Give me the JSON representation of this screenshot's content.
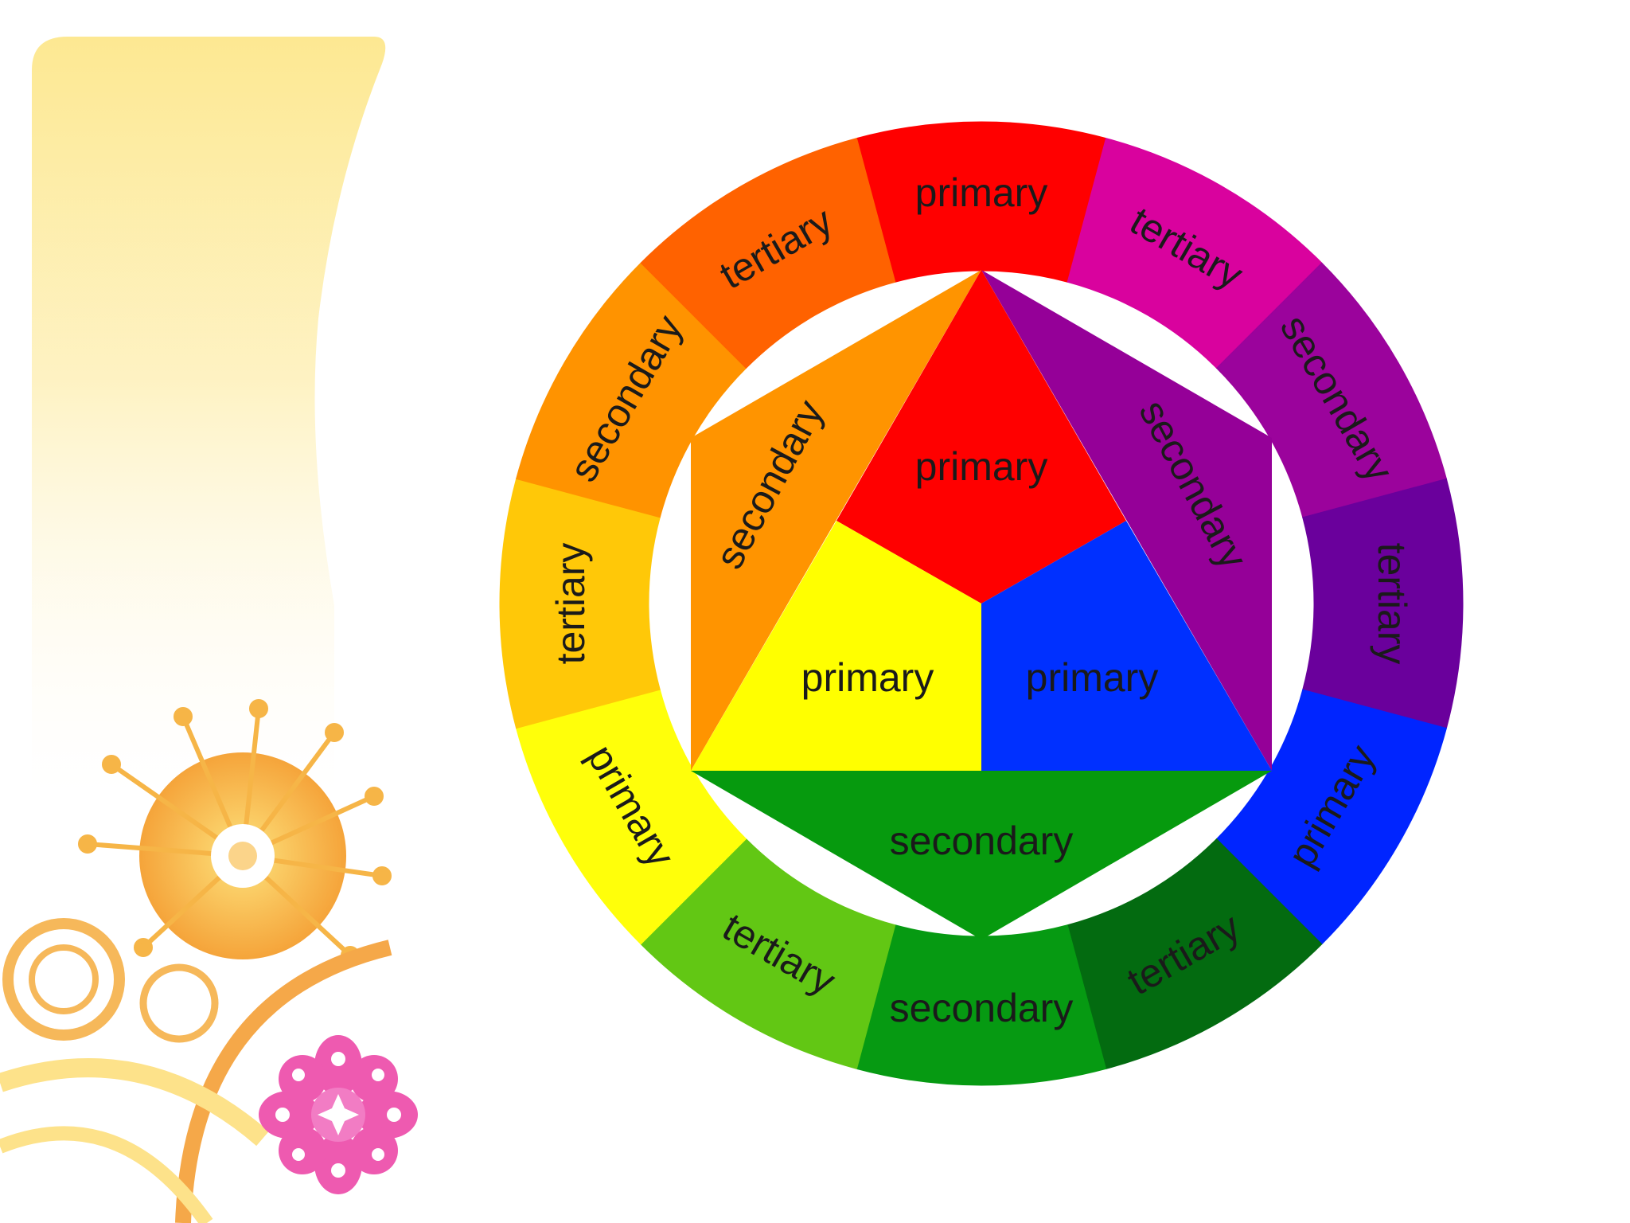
{
  "outer_ring": {
    "segments": [
      {
        "label": "primary",
        "color": "#ff0000"
      },
      {
        "label": "tertiary",
        "color": "#d9029e"
      },
      {
        "label": "secondary",
        "color": "#9b039c"
      },
      {
        "label": "tertiary",
        "color": "#6a009c"
      },
      {
        "label": "primary",
        "color": "#0025ff"
      },
      {
        "label": "tertiary",
        "color": "#036b10"
      },
      {
        "label": "secondary",
        "color": "#069a12"
      },
      {
        "label": "tertiary",
        "color": "#62c714"
      },
      {
        "label": "primary",
        "color": "#ffff0a"
      },
      {
        "label": "tertiary",
        "color": "#ffc808"
      },
      {
        "label": "secondary",
        "color": "#ff9300"
      },
      {
        "label": "tertiary",
        "color": "#ff6200"
      }
    ]
  },
  "inner_shapes": {
    "primary_red": {
      "label": "primary",
      "color": "#ff0000"
    },
    "primary_yellow": {
      "label": "primary",
      "color": "#ffff00"
    },
    "primary_blue": {
      "label": "primary",
      "color": "#0030ff"
    },
    "secondary_orange": {
      "label": "secondary",
      "color": "#ff9400"
    },
    "secondary_purple": {
      "label": "secondary",
      "color": "#950098"
    },
    "secondary_green": {
      "label": "secondary",
      "color": "#069a0e"
    }
  },
  "decoration": {
    "panel_color": "#fde995",
    "sun_color": "#f7b43a",
    "swirl_color": "#f5a849",
    "flower_color": "#ee5ab0"
  }
}
